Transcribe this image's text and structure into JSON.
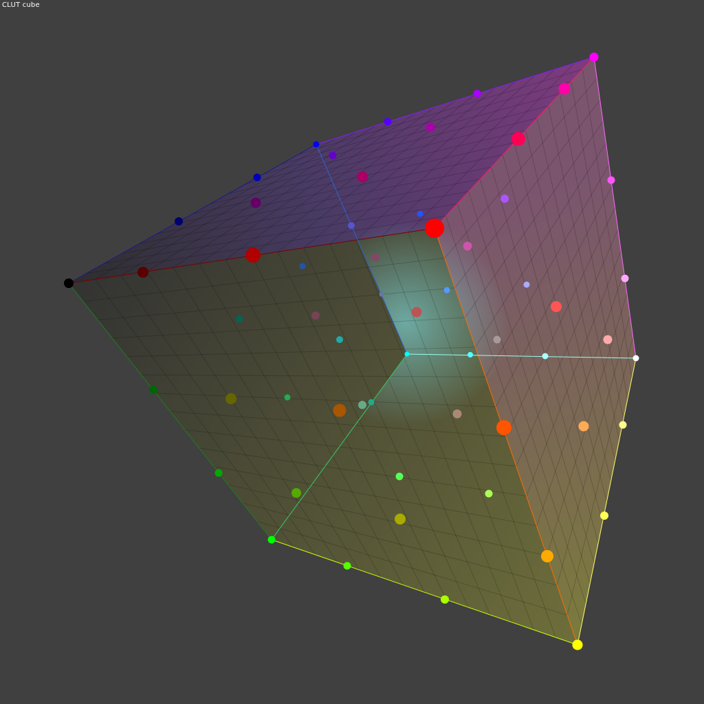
{
  "title": "CLUT cube",
  "background": "#404040",
  "nodes": [
    {
      "id": "black",
      "color": "#000000"
    },
    {
      "id": "red",
      "color": "#ff0000"
    },
    {
      "id": "green",
      "color": "#00ff00"
    },
    {
      "id": "blue",
      "color": "#0000ff"
    },
    {
      "id": "yellow",
      "color": "#ffff00"
    },
    {
      "id": "magenta",
      "color": "#ff00ff"
    },
    {
      "id": "cyan",
      "color": "#00ffff"
    },
    {
      "id": "white",
      "color": "#ffffff"
    }
  ],
  "edge_colors": {
    "black-red": "#7a0000",
    "black-green": "#1f7a1f",
    "black-blue": "#1a1a8c",
    "red-yellow": "#ff6a00",
    "red-magenta": "#ff1a66",
    "green-yellow": "#ccff00",
    "green-cyan": "#33cc66",
    "blue-magenta": "#8a1aff",
    "blue-cyan": "#2a66cc",
    "yellow-white": "#ffff66",
    "magenta-white": "#ff66ff",
    "cyan-white": "#99ffee"
  },
  "dots": [
    {
      "color": "#5a0000"
    },
    {
      "color": "#b00000"
    },
    {
      "color": "#ff0000"
    },
    {
      "color": "#006600"
    },
    {
      "color": "#00aa00"
    },
    {
      "color": "#000070"
    },
    {
      "color": "#0000bb"
    },
    {
      "color": "#ffff00"
    },
    {
      "color": "#ffaa00"
    },
    {
      "color": "#ff5500"
    },
    {
      "color": "#55ff00"
    },
    {
      "color": "#aaff00"
    },
    {
      "color": "#ff00aa"
    },
    {
      "color": "#ff0055"
    },
    {
      "color": "#5500ff"
    },
    {
      "color": "#aa00ff"
    },
    {
      "color": "#ff55ff"
    },
    {
      "color": "#ffaaff"
    },
    {
      "color": "#ffff88"
    },
    {
      "color": "#ffff55"
    },
    {
      "color": "#aaffff"
    },
    {
      "color": "#55ffff"
    },
    {
      "color": "#660066"
    },
    {
      "color": "#aa0066"
    },
    {
      "color": "#aa00aa"
    },
    {
      "color": "#6600cc"
    },
    {
      "color": "#006655"
    },
    {
      "color": "#666600"
    },
    {
      "color": "#aa5500"
    },
    {
      "color": "#55aa00"
    },
    {
      "color": "#aaaa00"
    },
    {
      "color": "#55ff55"
    },
    {
      "color": "#aaff55"
    },
    {
      "color": "#ff5555"
    },
    {
      "color": "#ffaaaa"
    },
    {
      "color": "#ffaa55"
    },
    {
      "color": "#aa55ff"
    },
    {
      "color": "#aaaaff"
    },
    {
      "color": "#cc55aa"
    },
    {
      "color": "#5555cc"
    },
    {
      "color": "#2255aa"
    },
    {
      "color": "#22aa55"
    },
    {
      "color": "#22aa88"
    },
    {
      "color": "#2255ff"
    },
    {
      "color": "#5599ff"
    },
    {
      "color": "#774455"
    },
    {
      "color": "#884466"
    },
    {
      "color": "#aa8877"
    },
    {
      "color": "#22aaaa"
    },
    {
      "color": "#bb5555"
    },
    {
      "color": "#aa9999"
    },
    {
      "color": "#66aa88"
    },
    {
      "color": "#6677aa"
    }
  ]
}
